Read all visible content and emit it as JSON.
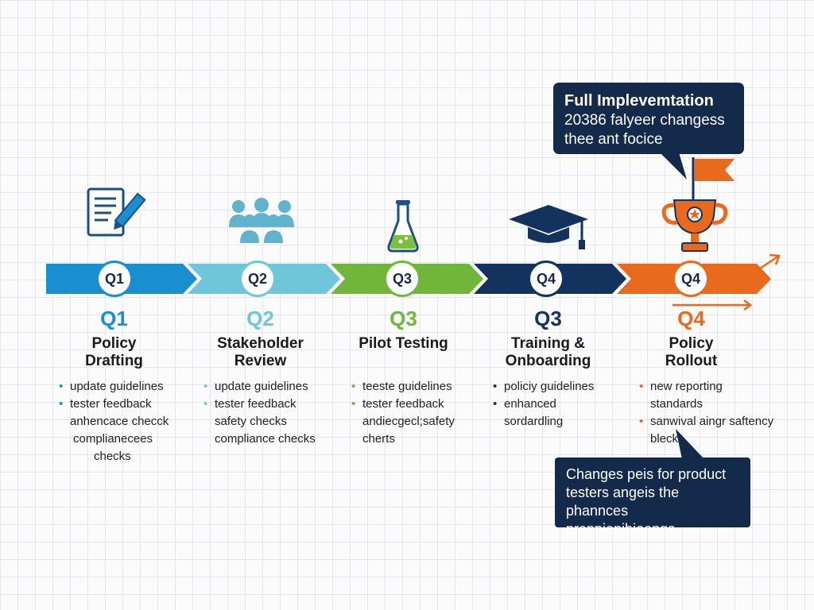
{
  "colors": {
    "stage1": "#1a8fcf",
    "stage2": "#6ec6db",
    "stage3": "#6fb63a",
    "stage4": "#13335e",
    "stage5": "#ea6a1d",
    "navy": "#142a4b"
  },
  "stages": [
    {
      "badge": "Q1",
      "quarter": "Q1",
      "title_lines": [
        "Policy",
        "Drafting"
      ],
      "icon": "document-pencil-icon",
      "items": [
        "update guidelines",
        "tester feedback",
        "anhencace checck",
        "complianecees",
        "checks"
      ],
      "item_bullets": [
        true,
        true,
        false,
        false,
        false
      ]
    },
    {
      "badge": "Q2",
      "quarter": "Q2",
      "title_lines": [
        "Stakeholder",
        "Review"
      ],
      "icon": "people-group-icon",
      "items": [
        "update guidelines",
        "tester feedback",
        "safety checks",
        "compliance checks"
      ],
      "item_bullets": [
        true,
        true,
        false,
        false
      ]
    },
    {
      "badge": "Q3",
      "quarter": "Q3",
      "title_lines": [
        "Pilot Testing"
      ],
      "icon": "flask-icon",
      "items": [
        "teeste guidelines",
        "tester feedback",
        "andiecgecl;safety",
        "cherts"
      ],
      "item_bullets": [
        true,
        true,
        false,
        false
      ]
    },
    {
      "badge": "Q4",
      "quarter": "Q3",
      "title_lines": [
        "Training &",
        "Onboarding"
      ],
      "icon": "graduation-cap-icon",
      "items": [
        "policiy guidelines",
        "enhanced",
        "sordardling"
      ],
      "item_bullets": [
        true,
        true,
        false
      ]
    },
    {
      "badge": "Q4",
      "quarter": "Q4",
      "title_lines": [
        "Policy",
        "Rollout"
      ],
      "icon": "trophy-flag-icon",
      "items": [
        "new reporting",
        "standards",
        "sanwival aingr saftency",
        "blecks"
      ],
      "item_bullets": [
        true,
        false,
        true,
        false
      ]
    }
  ],
  "callout_top": {
    "title": "Full Implevemtation",
    "lines": [
      "20386 falyeer changess",
      "thee ant focice"
    ]
  },
  "callout_bottom": {
    "lines": [
      "Changes peis for product",
      "testers angeis the phannces",
      "prenpienibioongs."
    ]
  }
}
